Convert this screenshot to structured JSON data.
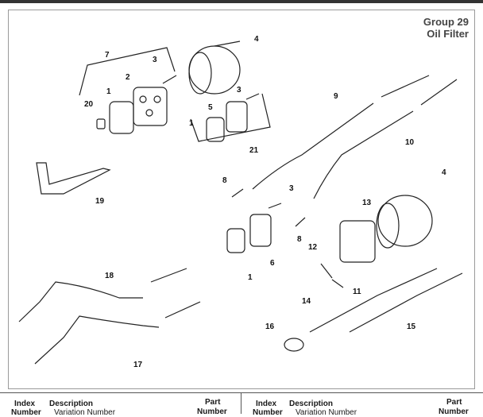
{
  "header": {
    "group": "Group 29",
    "title": "Oil Filter"
  },
  "callouts": [
    "1",
    "2",
    "3",
    "4",
    "5",
    "6",
    "7",
    "8",
    "9",
    "10",
    "11",
    "12",
    "13",
    "14",
    "15",
    "16",
    "17",
    "18",
    "19",
    "20",
    "21"
  ],
  "table_header": {
    "left": {
      "index": "Index",
      "index2": "Number",
      "description": "Description",
      "variation": "Variation Number",
      "part": "Part",
      "part2": "Number"
    },
    "right": {
      "index": "Index",
      "index2": "Number",
      "description": "Description",
      "variation": "Variation Number",
      "part": "Part",
      "part2": "Number"
    }
  }
}
